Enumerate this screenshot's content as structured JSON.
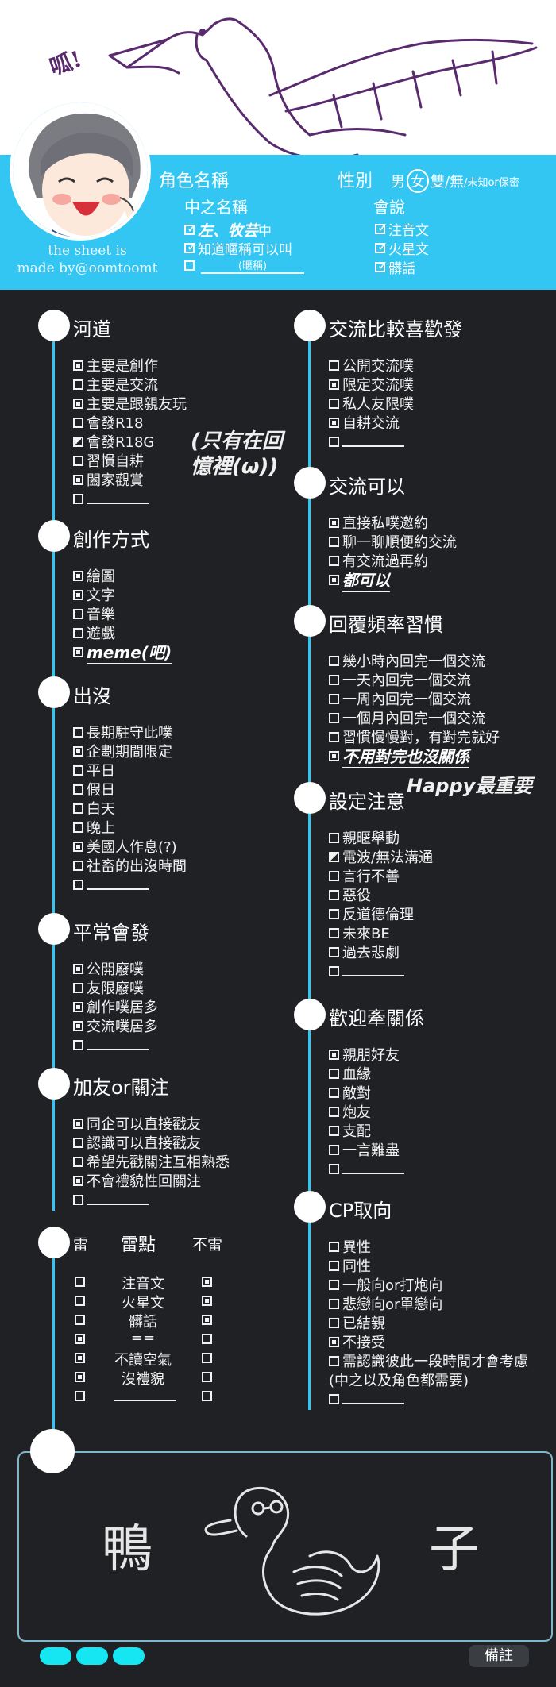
{
  "header": {
    "exclaim": "呱!",
    "credit_line1": "the sheet is",
    "credit_line2": "made by@oomtoomt",
    "name_label": "角色名稱",
    "gender_label": "性別",
    "gender_options": [
      "男",
      "女",
      "雙",
      "/無",
      "/未知or保密"
    ],
    "nick_label": "中之名稱",
    "nick_value": "左、牧芸",
    "nick_suffix": "中",
    "nick_option2": "知道暱稱可以叫",
    "nick_blank_hint": "(暱稱)",
    "lang_label": "會說",
    "lang_options": [
      "注音文",
      "火星文",
      "髒話"
    ]
  },
  "left_sections": [
    {
      "title": "河道",
      "items": [
        {
          "label": "主要是創作",
          "state": "on"
        },
        {
          "label": "主要是交流",
          "state": "off"
        },
        {
          "label": "主要是跟親友玩",
          "state": "on"
        },
        {
          "label": "會發R18",
          "state": "off"
        },
        {
          "label": "會發R18G",
          "state": "half"
        },
        {
          "label": "習慣自耕",
          "state": "off"
        },
        {
          "label": "闔家觀賞",
          "state": "on"
        },
        {
          "label": "",
          "state": "off",
          "blank": true
        }
      ],
      "note": "(只有在回憶裡(ω))"
    },
    {
      "title": "創作方式",
      "items": [
        {
          "label": "繪圖",
          "state": "on"
        },
        {
          "label": "文字",
          "state": "on"
        },
        {
          "label": "音樂",
          "state": "off"
        },
        {
          "label": "遊戲",
          "state": "off"
        },
        {
          "label": "meme(吧)",
          "state": "on",
          "hand": true
        }
      ]
    },
    {
      "title": "出沒",
      "items": [
        {
          "label": "長期駐守此噗",
          "state": "off"
        },
        {
          "label": "企劃期間限定",
          "state": "on"
        },
        {
          "label": "平日",
          "state": "off"
        },
        {
          "label": "假日",
          "state": "off"
        },
        {
          "label": "白天",
          "state": "off"
        },
        {
          "label": "晚上",
          "state": "off"
        },
        {
          "label": "美國人作息(?)",
          "state": "on"
        },
        {
          "label": "社畜的出沒時間",
          "state": "off"
        },
        {
          "label": "",
          "state": "off",
          "blank": true
        }
      ]
    },
    {
      "title": "平常會發",
      "items": [
        {
          "label": "公開廢噗",
          "state": "on"
        },
        {
          "label": "友限廢噗",
          "state": "off"
        },
        {
          "label": "創作噗居多",
          "state": "on"
        },
        {
          "label": "交流噗居多",
          "state": "on"
        },
        {
          "label": "",
          "state": "off",
          "blank": true
        }
      ]
    },
    {
      "title": "加友or關注",
      "items": [
        {
          "label": "同企可以直接戳友",
          "state": "on"
        },
        {
          "label": "認識可以直接戳友",
          "state": "off"
        },
        {
          "label": "希望先戳關注互相熟悉",
          "state": "off"
        },
        {
          "label": "不會禮貌性回關注",
          "state": "on"
        },
        {
          "label": "",
          "state": "off",
          "blank": true
        }
      ]
    }
  ],
  "thunder": {
    "left_head": "雷",
    "mid_head": "雷點",
    "right_head": "不雷",
    "rows": [
      {
        "label": "注音文",
        "left": "off",
        "right": "on"
      },
      {
        "label": "火星文",
        "left": "off",
        "right": "on"
      },
      {
        "label": "髒話",
        "left": "off",
        "right": "on"
      },
      {
        "label": "==",
        "left": "on",
        "right": "off"
      },
      {
        "label": "不讀空氣",
        "left": "on",
        "right": "off"
      },
      {
        "label": "沒禮貌",
        "left": "on",
        "right": "off"
      },
      {
        "label": "",
        "left": "off",
        "right": "off",
        "blank": true
      }
    ]
  },
  "right_sections": [
    {
      "title": "交流比較喜歡發",
      "items": [
        {
          "label": "公開交流噗",
          "state": "off"
        },
        {
          "label": "限定交流噗",
          "state": "on"
        },
        {
          "label": "私人友限噗",
          "state": "off"
        },
        {
          "label": "自耕交流",
          "state": "on"
        },
        {
          "label": "",
          "state": "off",
          "blank": true
        }
      ]
    },
    {
      "title": "交流可以",
      "items": [
        {
          "label": "直接私噗邀約",
          "state": "on"
        },
        {
          "label": "聊一聊順便約交流",
          "state": "off"
        },
        {
          "label": "有交流過再約",
          "state": "off"
        },
        {
          "label": "都可以",
          "state": "on",
          "hand": true
        }
      ]
    },
    {
      "title": "回覆頻率習慣",
      "items": [
        {
          "label": "幾小時內回完一個交流",
          "state": "off"
        },
        {
          "label": "一天內回完一個交流",
          "state": "off"
        },
        {
          "label": "一周內回完一個交流",
          "state": "off"
        },
        {
          "label": "一個月內回完一個交流",
          "state": "off"
        },
        {
          "label": "習慣慢慢對，有對完就好",
          "state": "off"
        },
        {
          "label": "不用對完也沒關係",
          "state": "on",
          "hand": true
        }
      ],
      "note": "Happy最重要"
    },
    {
      "title": "設定注意",
      "items": [
        {
          "label": "親暱舉動",
          "state": "off"
        },
        {
          "label": "電波/無法溝通",
          "state": "half"
        },
        {
          "label": "言行不善",
          "state": "off"
        },
        {
          "label": "惡役",
          "state": "off"
        },
        {
          "label": "反道德倫理",
          "state": "off"
        },
        {
          "label": "未來BE",
          "state": "off"
        },
        {
          "label": "過去悲劇",
          "state": "off"
        },
        {
          "label": "",
          "state": "off",
          "blank": true
        }
      ]
    },
    {
      "title": "歡迎牽關係",
      "items": [
        {
          "label": "親朋好友",
          "state": "on"
        },
        {
          "label": "血緣",
          "state": "off"
        },
        {
          "label": "敵對",
          "state": "off"
        },
        {
          "label": "炮友",
          "state": "off"
        },
        {
          "label": "支配",
          "state": "off"
        },
        {
          "label": "一言難盡",
          "state": "off"
        },
        {
          "label": "",
          "state": "off",
          "blank": true
        }
      ]
    },
    {
      "title": "CP取向",
      "items": [
        {
          "label": "異性",
          "state": "off"
        },
        {
          "label": "同性",
          "state": "off"
        },
        {
          "label": "一般向or打炮向",
          "state": "off"
        },
        {
          "label": "悲戀向or單戀向",
          "state": "off"
        },
        {
          "label": "已結親",
          "state": "off"
        },
        {
          "label": "不接受",
          "state": "on"
        },
        {
          "label": "需認識彼此一段時間才會考慮",
          "state": "off"
        },
        {
          "label": "(中之以及角色都需要)",
          "state": "none"
        },
        {
          "label": "",
          "state": "off",
          "blank": true
        }
      ]
    }
  ],
  "memo": {
    "hand_left": "鴨",
    "hand_right": "子",
    "note_button": "備註"
  }
}
